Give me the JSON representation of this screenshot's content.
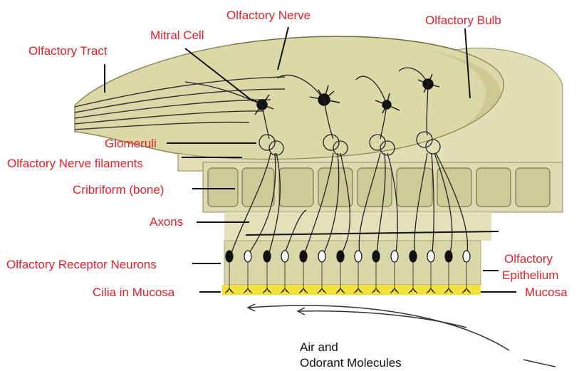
{
  "colors": {
    "label": "#e3202a",
    "label_dark": "#111111",
    "tissue": "#dcd8a8",
    "tissue_dark": "#c9c38a",
    "mucosa": "#f2e23a",
    "leader": "#111111"
  },
  "labels": {
    "olfactory_tract": "Olfactory Tract",
    "mitral_cell": "Mitral Cell",
    "olfactory_nerve": "Olfactory Nerve",
    "olfactory_bulb": "Olfactory Bulb",
    "glomeruli": "Glomeruli",
    "nerve_filaments": "Olfactory Nerve filaments",
    "cribriform": "Cribriform (bone)",
    "axons": "Axons",
    "receptor_neurons": "Olfactory Receptor Neurons",
    "cilia": "Cilia in Mucosa",
    "epithelium_line1": "Olfactory",
    "epithelium_line2": "Epithelium",
    "mucosa": "Mucosa",
    "air_line1": "Air and",
    "air_line2": "Odorant Molecules"
  }
}
